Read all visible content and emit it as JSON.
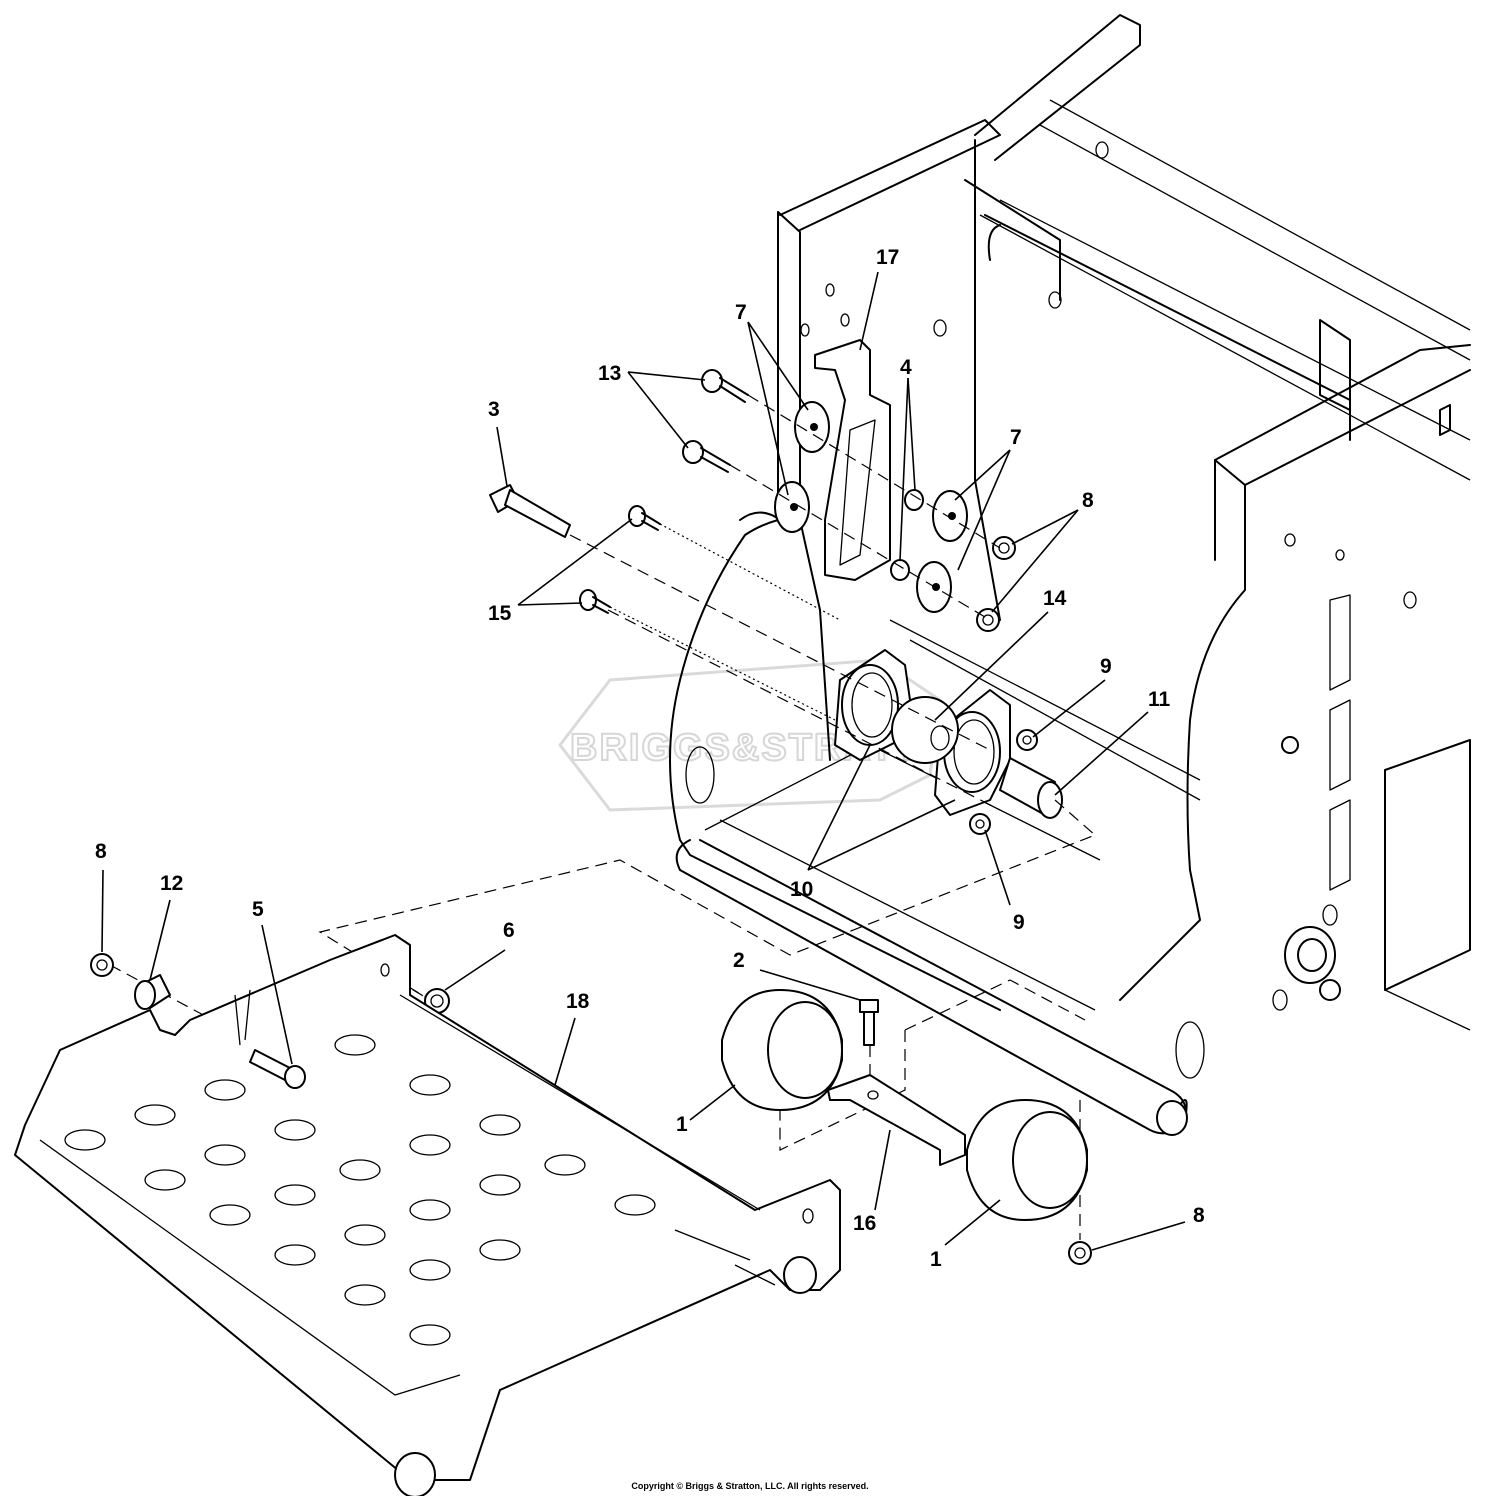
{
  "diagram": {
    "watermark": "BRIGGS&STRATTON",
    "copyright": "Copyright © Briggs & Stratton, LLC. All rights reserved.",
    "callouts": [
      {
        "id": "17",
        "text": "17"
      },
      {
        "id": "7a",
        "text": "7"
      },
      {
        "id": "13",
        "text": "13"
      },
      {
        "id": "4",
        "text": "4"
      },
      {
        "id": "3",
        "text": "3"
      },
      {
        "id": "7b",
        "text": "7"
      },
      {
        "id": "8a",
        "text": "8"
      },
      {
        "id": "15",
        "text": "15"
      },
      {
        "id": "14",
        "text": "14"
      },
      {
        "id": "9a",
        "text": "9"
      },
      {
        "id": "11",
        "text": "11"
      },
      {
        "id": "10",
        "text": "10"
      },
      {
        "id": "9b",
        "text": "9"
      },
      {
        "id": "8b",
        "text": "8"
      },
      {
        "id": "12",
        "text": "12"
      },
      {
        "id": "5",
        "text": "5"
      },
      {
        "id": "6",
        "text": "6"
      },
      {
        "id": "2",
        "text": "2"
      },
      {
        "id": "18",
        "text": "18"
      },
      {
        "id": "1a",
        "text": "1"
      },
      {
        "id": "16",
        "text": "16"
      },
      {
        "id": "8c",
        "text": "8"
      },
      {
        "id": "1b",
        "text": "1"
      }
    ]
  }
}
